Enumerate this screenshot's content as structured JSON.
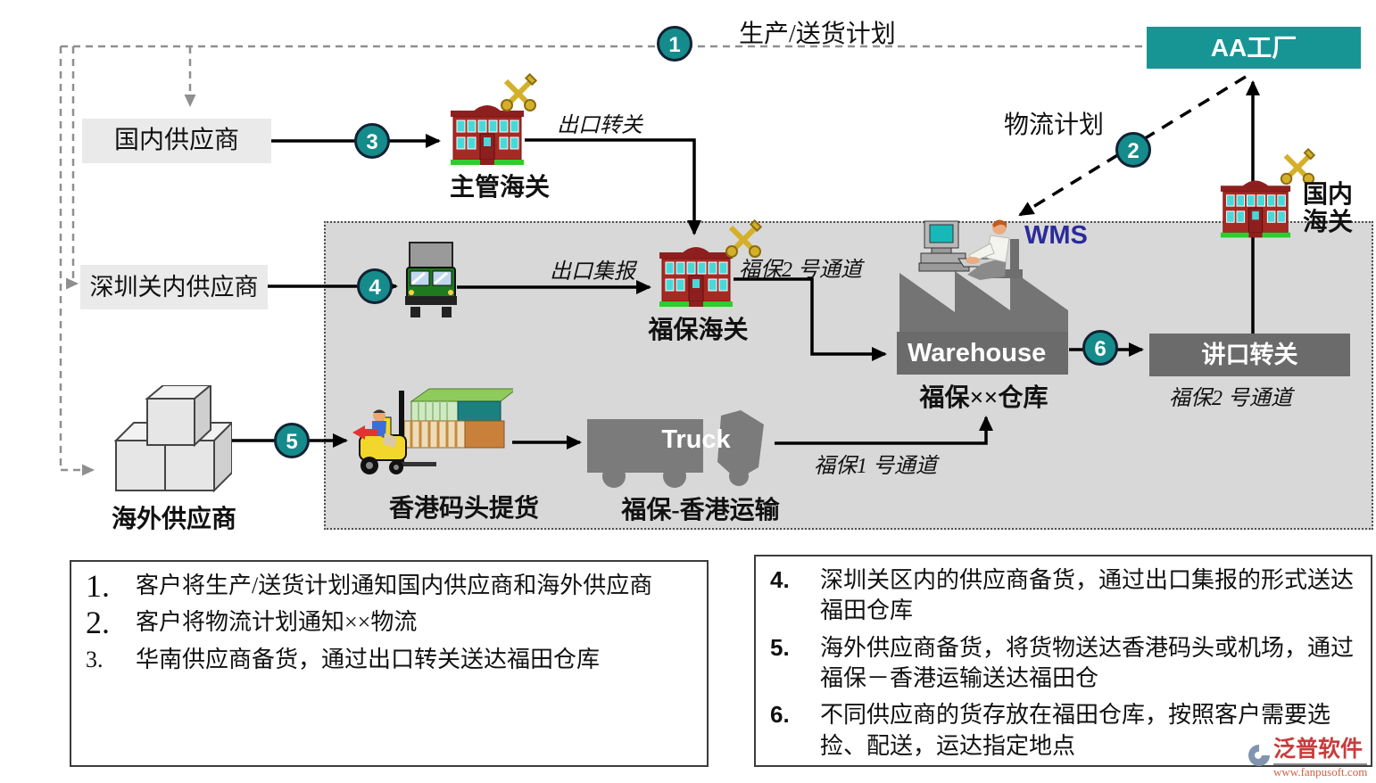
{
  "colors": {
    "teal": "#179595",
    "badge_teal": "#168b8b",
    "zone_gray": "#d8d8d8",
    "dark_gray": "#6b6b6b",
    "wms_blue": "#2b2b9b",
    "watermark_red": "#c83c3c"
  },
  "flow": {
    "plan_label": "生产/送货计划",
    "logistics_label": "物流计划",
    "aa_factory": "AA工厂",
    "wms": "WMS"
  },
  "badges": [
    "1",
    "2",
    "3",
    "4",
    "5",
    "6"
  ],
  "suppliers": {
    "domestic": "国内供应商",
    "shenzhen": "深圳关内供应商",
    "overseas": "海外供应商"
  },
  "customs": {
    "main": "主管海关",
    "fubao": "福保海关",
    "domestic_line1": "国内",
    "domestic_line2": "海关"
  },
  "warehouse": {
    "en": "Warehouse",
    "cn": "福保××仓库"
  },
  "transfer": {
    "import_box": "讲口转关",
    "channel2_b": "福保2 号通道"
  },
  "edges": {
    "export_transfer": "出口转关",
    "export_report": "出口集报",
    "channel2_a": "福保2 号通道",
    "channel1": "福保1 号通道"
  },
  "hk": {
    "pickup": "香港码头提货",
    "truck_en": "Truck",
    "transport": "福保-香港运输"
  },
  "notes_left": [
    {
      "num": "1.",
      "text": "客户将生产/送货计划通知国内供应商和海外供应商"
    },
    {
      "num": "2.",
      "text": "客户将物流计划通知××物流"
    },
    {
      "num": "3.",
      "text": "华南供应商备货，通过出口转关送达福田仓库"
    }
  ],
  "notes_right": [
    {
      "num": "4.",
      "text": "深圳关区内的供应商备货，通过出口集报的形式送达福田仓库"
    },
    {
      "num": "5.",
      "text": "海外供应商备货，将货物送达香港码头或机场，通过福保－香港运输送达福田仓"
    },
    {
      "num": "6.",
      "text": "不同供应商的货存放在福田仓库，按照客户需要选捡、配送，运达指定地点"
    }
  ],
  "watermark": {
    "brand": "泛普软件",
    "url": "www.fanpusoft.com"
  }
}
